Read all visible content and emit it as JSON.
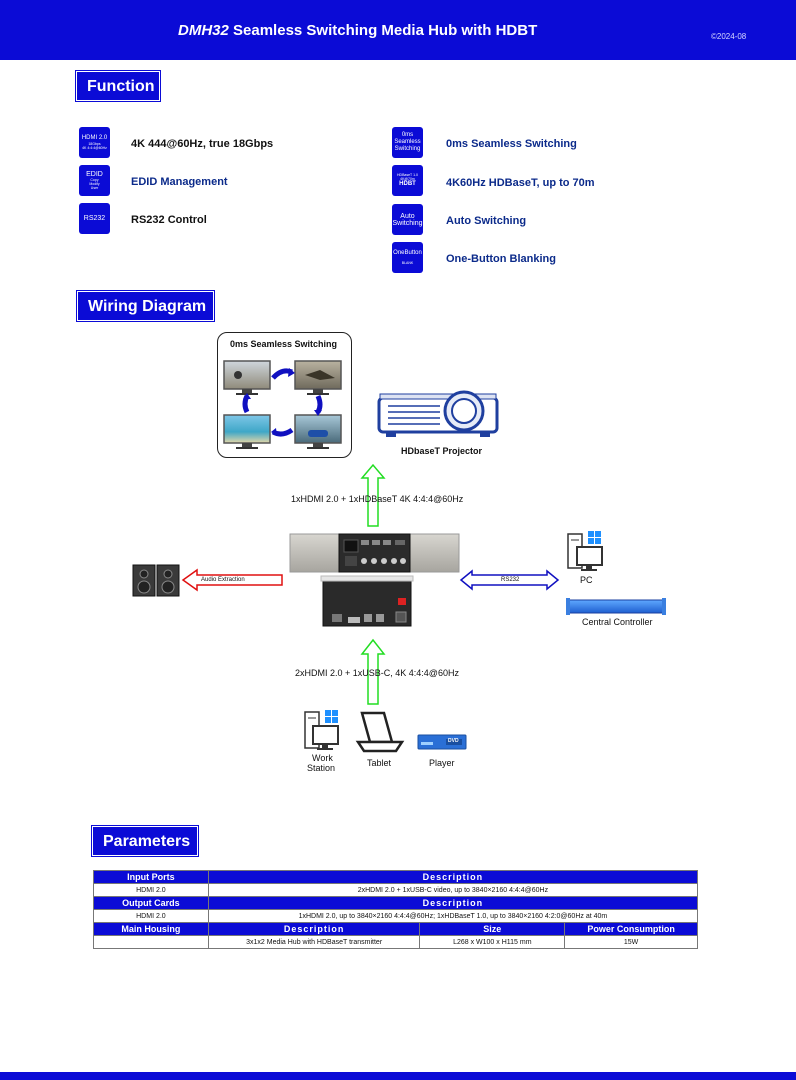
{
  "header": {
    "model": "DMH32",
    "title_rest": " Seamless Switching Media Hub with HDBT",
    "copyright": "©2024-08"
  },
  "sections": {
    "function": "Function",
    "wiring": "Wiring Diagram",
    "parameters": "Parameters"
  },
  "features": [
    {
      "icon_line1": "HDMI 2.0",
      "icon_line2": "18Gbps",
      "icon_line3": "4K 4:4:4@60Hz",
      "label": "4K 444@60Hz, true 18Gbps"
    },
    {
      "icon_line1": "EDID",
      "icon_line2": "Copy",
      "icon_line3": "Modify",
      "icon_line4": "User",
      "label": "EDID Management"
    },
    {
      "icon_line1": "RS232",
      "label": "RS232 Control"
    },
    {
      "icon_line1": "0ms",
      "icon_line2": "Seamless",
      "icon_line3": "Switching",
      "label": "0ms Seamless Switching"
    },
    {
      "icon_line1": "HDBaseT 1.0",
      "icon_line2": "4K@70m",
      "icon_line3": "HDBT",
      "label": "4K60Hz HDBaseT, up to 70m"
    },
    {
      "icon_line1": "Auto",
      "icon_line2": "Switching",
      "label": "Auto Switching"
    },
    {
      "icon_line1": "OneButton",
      "icon_line2": "BLANK",
      "label": "One-Button Blanking"
    }
  ],
  "diagram": {
    "seamless_title": "0ms Seamless Switching",
    "projector_label": "HDbaseT Projector",
    "output_text": "1xHDMI 2.0 + 1xHDBaseT 4K 4:4:4@60Hz",
    "audio_label": "Audio Extraction",
    "rs232_label": "RS232",
    "pc_label": "PC",
    "controller_label": "Central Controller",
    "input_text": "2xHDMI 2.0 + 1xUSB-C,  4K 4:4:4@60Hz",
    "workstation_label_1": "Work",
    "workstation_label_2": "Station",
    "tablet_label": "Tablet",
    "player_label": "Player",
    "dvd_label": "DVD"
  },
  "parameters": {
    "input_ports_header": "Input Ports",
    "description_header": "Description",
    "input_port": "HDMI 2.0",
    "input_desc": "2xHDMI 2.0 + 1xUSB-C video, up to 3840×2160 4:4:4@60Hz",
    "output_cards_header": "Output Cards",
    "output_card": "HDMI 2.0",
    "output_desc": "1xHDMI 2.0, up to 3840×2160 4:4:4@60Hz;  1xHDBaseT 1.0, up to 3840×2160 4:2:0@60Hz at 40m",
    "main_housing_header": "Main Housing",
    "size_header": "Size",
    "power_header": "Power Consumption",
    "housing_desc": "3x1x2 Media Hub with HDBaseT transmitter",
    "housing_size": "L268 x W100 x H115 mm",
    "housing_power": "15W"
  },
  "colors": {
    "brand_blue": "#0b0bd6",
    "label_navy": "#0b2a8a",
    "arrow_green": "#22dd22",
    "arrow_red": "#e01010",
    "arrow_blue": "#1010c0"
  }
}
